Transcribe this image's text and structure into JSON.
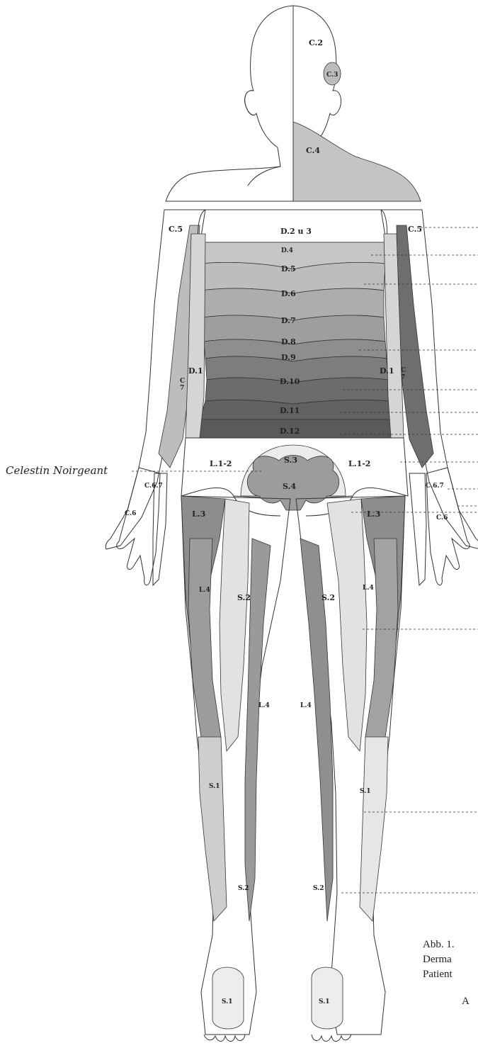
{
  "labels": {
    "c2": "C.2",
    "c3": "C.3",
    "c4": "C.4",
    "c5_left": "C.5",
    "c5_right": "C.5",
    "d2_3": "D.2 u 3",
    "d4": "D.4",
    "d5": "D.5",
    "d6": "D.6",
    "d7": "D.7",
    "d8": "D.8",
    "d9": "D.9",
    "d10": "D.10",
    "d11": "D.11",
    "d12": "D.12",
    "d1_left": "D.1",
    "d1_right": "D.1",
    "c7_left": "C\n7",
    "c7_right": "C\n7",
    "l1_2_left": "L.1-2",
    "l1_2_right": "L.1-2",
    "s3": "S.3",
    "s4": "S.4",
    "c67_left": "C.6.7",
    "c67_right": "C.6.7",
    "c6_left": "C.6",
    "c6_right": "C.6",
    "l3_left": "L.3",
    "l3_right": "L.3",
    "l4_outer_left": "L.4",
    "l4_outer_right": "L.4",
    "s2_upper_left": "S.2",
    "s2_upper_right": "S.2",
    "l4_inner_left": "L.4",
    "l4_inner_right": "L.4",
    "s1_left": "S.1",
    "s1_right": "S.1",
    "s2_lower_left": "S.2",
    "s2_lower_right": "S.2",
    "s1_foot_left": "S.1",
    "s1_foot_right": "S.1"
  },
  "name_label": "Celestin Noirgeant",
  "caption": {
    "line1": "Abb. 1.",
    "line2": "Derma",
    "line3": "Patient",
    "line4": "A"
  },
  "colors": {
    "paper": "#ffffff",
    "skin_blank": "#ffffff",
    "lightest": "#e4e4e4",
    "light": "#cfcfcf",
    "mid": "#a9a9a9",
    "dark": "#8a8a8a",
    "darker": "#6f6f6f",
    "darkest": "#555555"
  }
}
